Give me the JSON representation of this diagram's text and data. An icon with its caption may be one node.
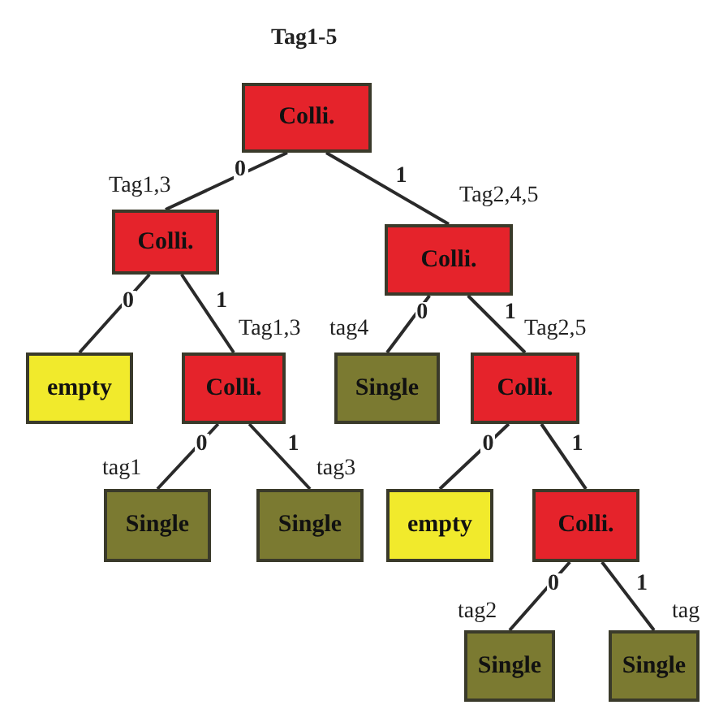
{
  "diagram": {
    "nodes": [
      {
        "text": [
          "Colli."
        ],
        "beside": [
          "Tag1-5"
        ]
      },
      {
        "text": [
          "Colli."
        ],
        "beside": [
          "Tag1,3"
        ]
      },
      {
        "text": [
          "Colli."
        ],
        "beside": [
          "Tag2,4,5"
        ]
      },
      {
        "text": [
          "empty"
        ]
      },
      {
        "text": [
          "Colli."
        ],
        "beside": [
          "Tag1,3"
        ]
      },
      {
        "text": [
          "Single"
        ],
        "beside": [
          "tag4"
        ]
      },
      {
        "text": [
          "Colli."
        ],
        "beside": [
          "Tag2,5"
        ]
      },
      {
        "text": [
          "Single"
        ],
        "beside": [
          "tag1"
        ]
      },
      {
        "text": [
          "Single"
        ],
        "beside": [
          "tag3"
        ]
      },
      {
        "text": [
          "empty"
        ]
      },
      {
        "text": [
          "Colli."
        ]
      },
      {
        "text": [
          "Single"
        ],
        "beside": [
          "tag2"
        ]
      },
      {
        "text": [
          "Single"
        ],
        "beside": [
          "tag"
        ]
      }
    ],
    "edges": [
      {
        "from": 0,
        "to": 1,
        "arrow": "none",
        "label": "0"
      },
      {
        "from": 0,
        "to": 2,
        "arrow": "none",
        "label": "1"
      },
      {
        "from": 1,
        "to": 3,
        "arrow": "none",
        "label": "0"
      },
      {
        "from": 1,
        "to": 4,
        "arrow": "none",
        "label": "1"
      },
      {
        "from": 2,
        "to": 5,
        "arrow": "none",
        "label": "0"
      },
      {
        "from": 2,
        "to": 6,
        "arrow": "none",
        "label": "1"
      },
      {
        "from": 4,
        "to": 7,
        "arrow": "none",
        "label": "0"
      },
      {
        "from": 4,
        "to": 8,
        "arrow": "none",
        "label": "1"
      },
      {
        "from": 6,
        "to": 9,
        "arrow": "none",
        "label": "0"
      },
      {
        "from": 6,
        "to": 10,
        "arrow": "none",
        "label": "1"
      },
      {
        "from": 10,
        "to": 11,
        "arrow": "none",
        "label": "0"
      },
      {
        "from": 10,
        "to": 12,
        "arrow": "none",
        "label": "1"
      }
    ]
  }
}
